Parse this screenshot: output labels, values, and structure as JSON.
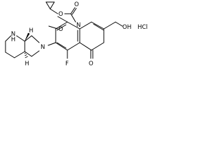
{
  "atom_labels": {
    "cyclopropyl_ester_oxygen": "O",
    "carbonyl_oxygen": "O",
    "ring_nitrogen": "N",
    "methoxy_oxygen": "O",
    "hydroxymethyl_group": "OH",
    "ketone_oxygen": "O",
    "fluorine": "F",
    "piperidine_nh": "N",
    "piperidine_h": "H",
    "pyrrolidine_nitrogen": "N",
    "stereo_h_top": "H",
    "stereo_h_bottom": "H",
    "hydrochloride": "HCl"
  }
}
